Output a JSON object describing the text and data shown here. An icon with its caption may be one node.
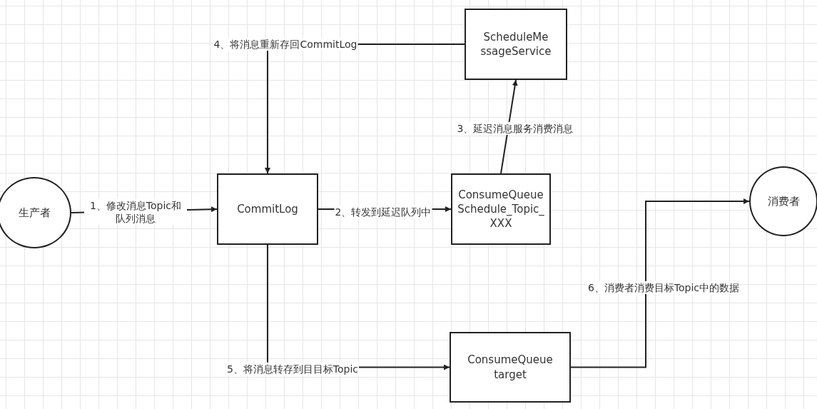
{
  "diagram": {
    "nodes": [
      {
        "text": [
          "生产者"
        ]
      },
      {
        "text": [
          "CommitLog"
        ]
      },
      {
        "text": [
          "ConsumeQueue Schedule_Topic_ XXX"
        ]
      },
      {
        "text": [
          "ScheduleMe ssageService"
        ]
      },
      {
        "text": [
          "ConsumeQueue target"
        ]
      },
      {
        "text": [
          "消费者"
        ]
      }
    ],
    "edges": [
      {
        "from": 0,
        "to": 1,
        "arrow": "to",
        "label": "1、修改消息Topic和队列消息"
      },
      {
        "from": 1,
        "to": 2,
        "arrow": "to",
        "label": "2、转发到延迟队列中"
      },
      {
        "from": 2,
        "to": 3,
        "arrow": "to",
        "label": "3、延迟消息服务消费消息"
      },
      {
        "from": 3,
        "to": 1,
        "arrow": "to",
        "label": "4、将消息重新存回CommitLog"
      },
      {
        "from": 1,
        "to": 4,
        "arrow": "to",
        "label": "5、将消息转存到目目标Topic"
      },
      {
        "from": 4,
        "to": 5,
        "arrow": "to",
        "label": "6、消费者消费目标Topic中的数据"
      }
    ]
  }
}
